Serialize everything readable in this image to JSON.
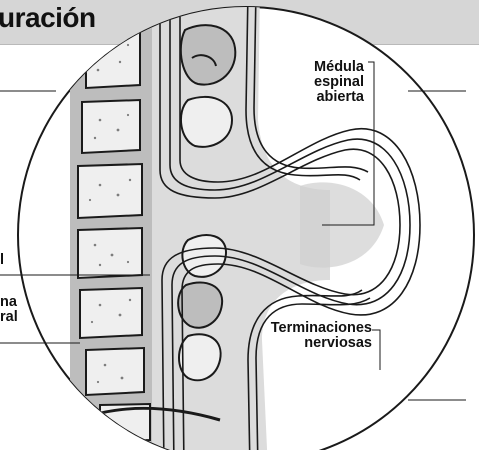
{
  "title": "uración",
  "labels": {
    "open_spinal_cord": [
      "Médula",
      "espinal",
      "abierta"
    ],
    "nerve_endings": [
      "Terminaciones",
      "nerviosas"
    ],
    "left_partial_1": "l",
    "left_partial_2": [
      "na",
      "ral"
    ]
  },
  "colors": {
    "title_bg": "#d6d6d6",
    "tissue_light": "#dcdcdc",
    "tissue_mid": "#bdbdbd",
    "outline": "#1a1a1a"
  }
}
